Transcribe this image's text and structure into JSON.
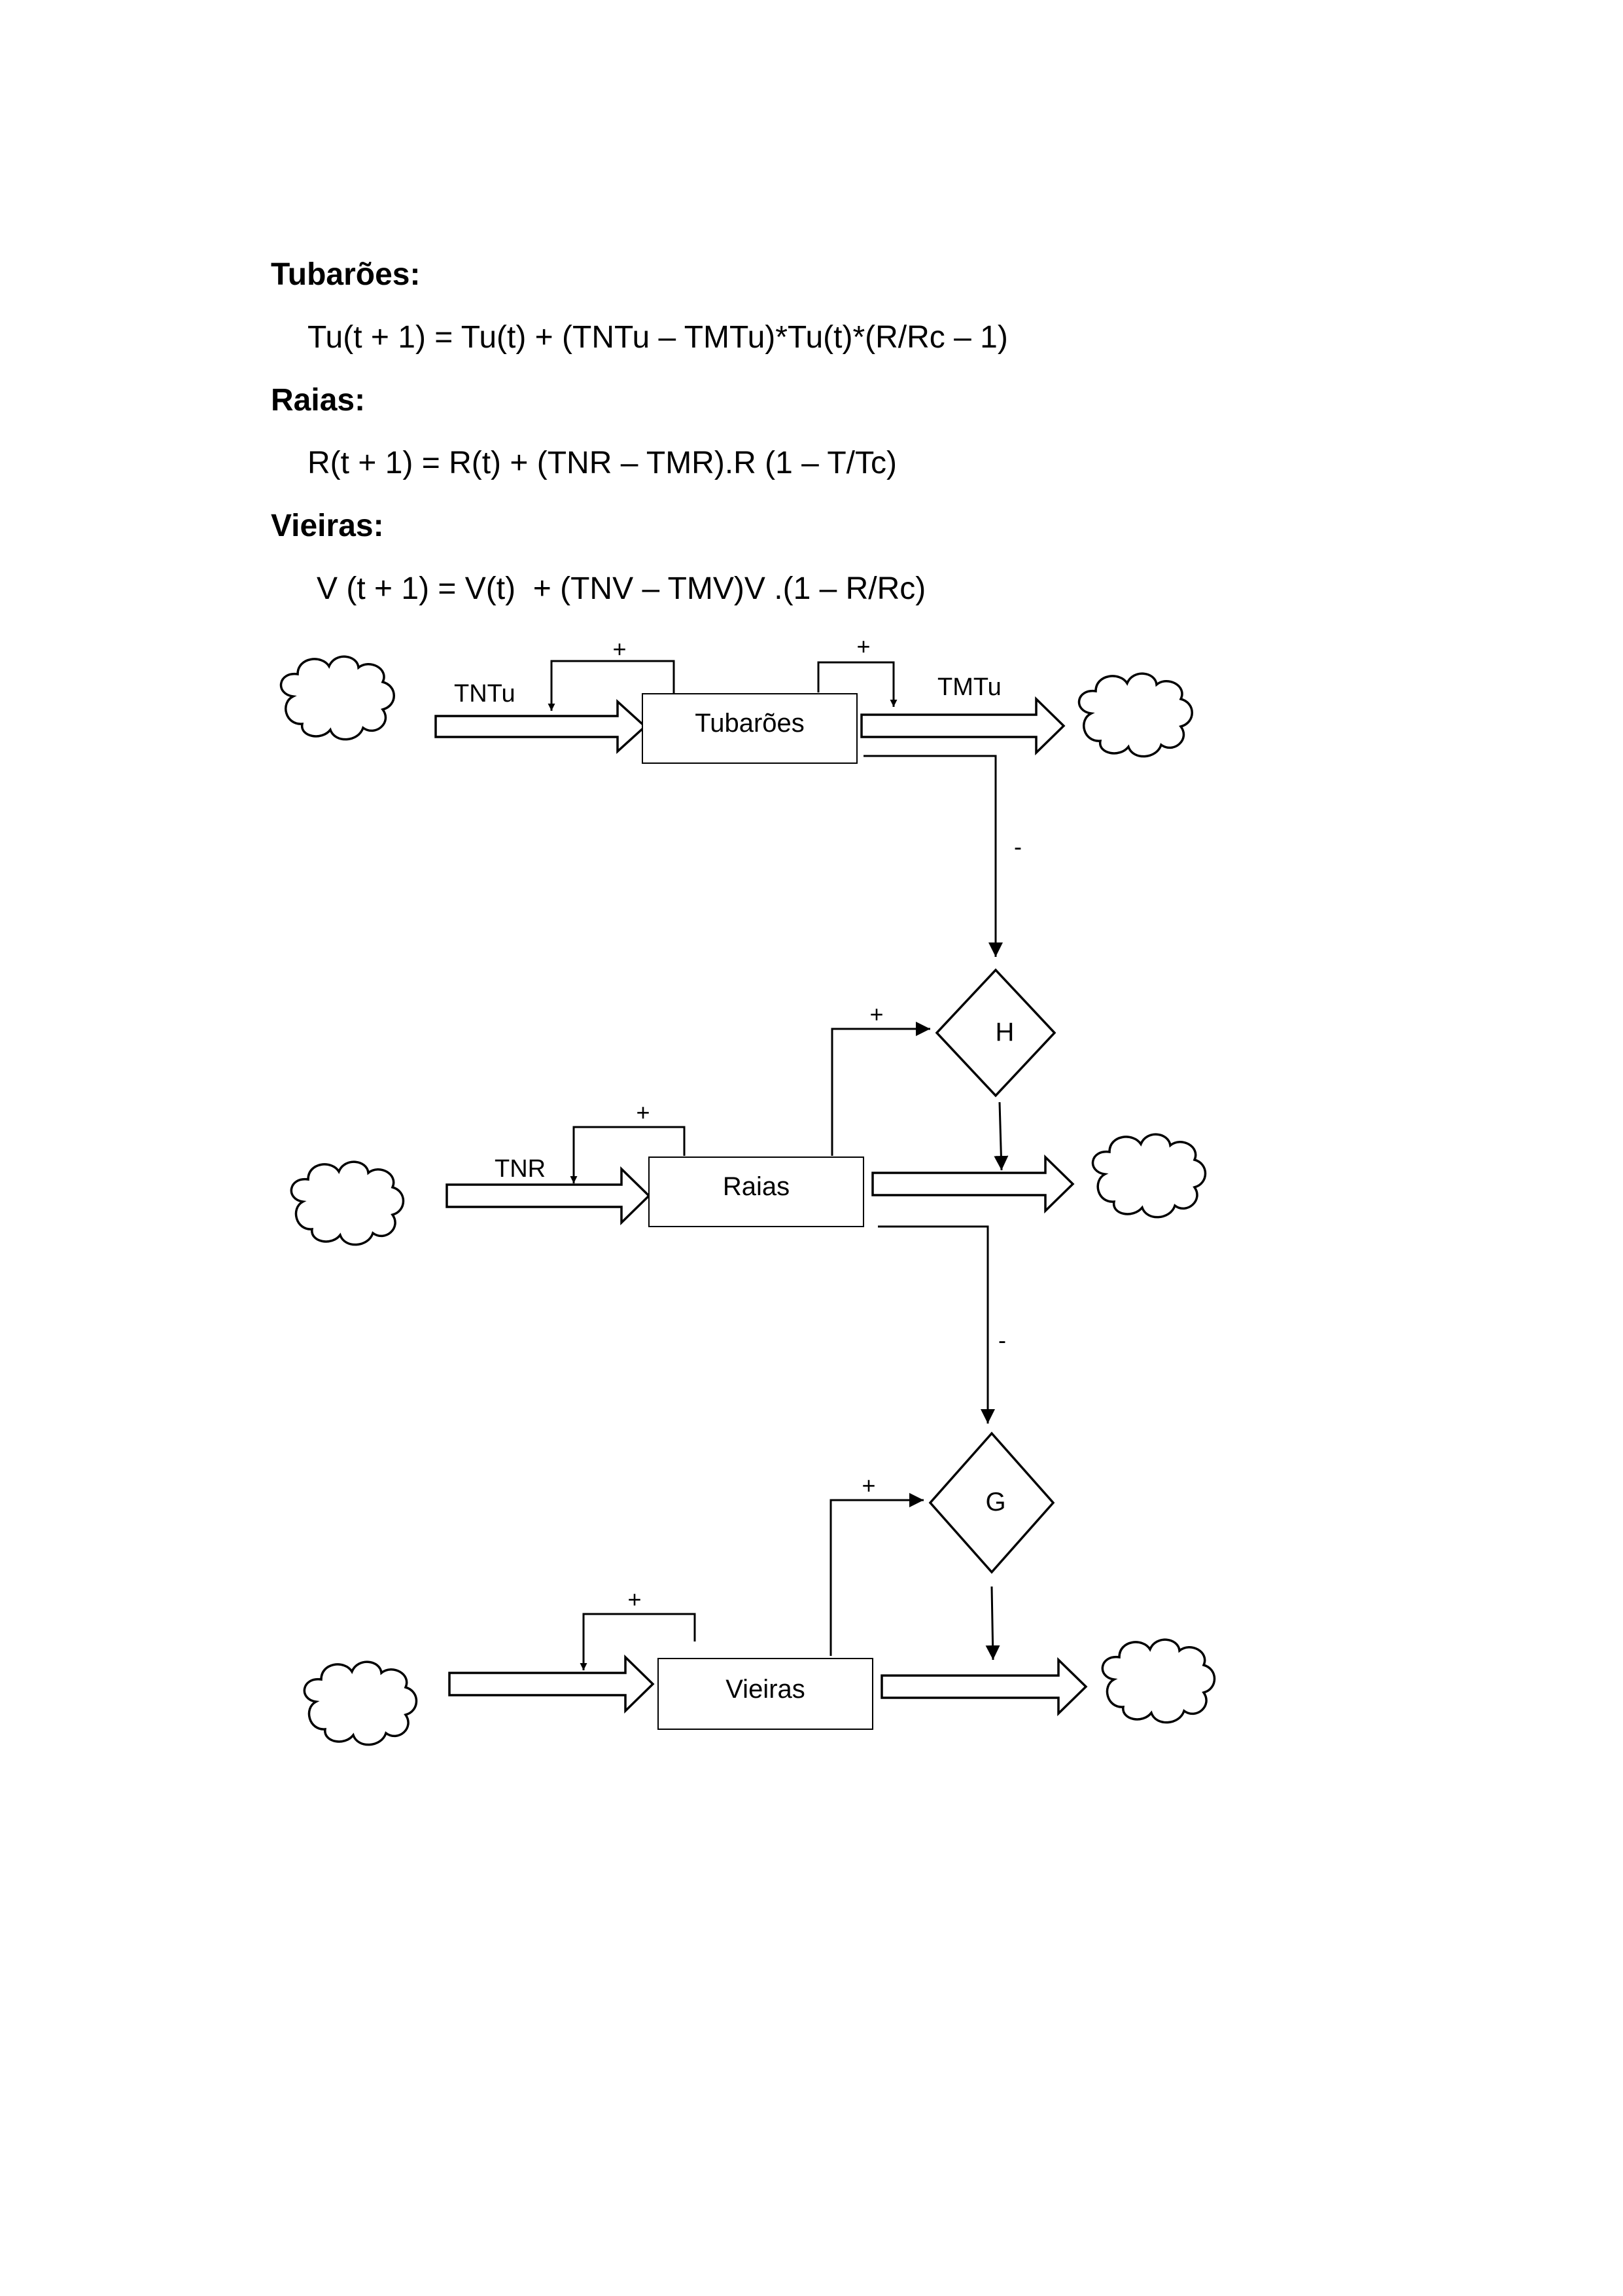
{
  "sections": [
    {
      "heading": "Tubarões:",
      "equation": "Tu(t + 1) = Tu(t) + (TNTu – TMTu)*Tu(t)*(R/Rc – 1)"
    },
    {
      "heading": "Raias:",
      "equation": "R(t + 1) = R(t) + (TNR – TMR).R (1 – T/Tc)"
    },
    {
      "heading": "Vieiras:",
      "equation": "V (t + 1) = V(t)  + (TNV – TMV)V .(1 – R/Rc)"
    }
  ],
  "diagram": {
    "stocks": {
      "tubaroes": "Tubarões",
      "raias": "Raias",
      "vieiras": "Vieiras"
    },
    "converters": {
      "h": "H",
      "g": "G"
    },
    "flows": {
      "tntu": "TNTu",
      "tmtu": "TMTu",
      "tnr": "TNR"
    },
    "signs": {
      "plus": "+",
      "minus": "-"
    }
  }
}
